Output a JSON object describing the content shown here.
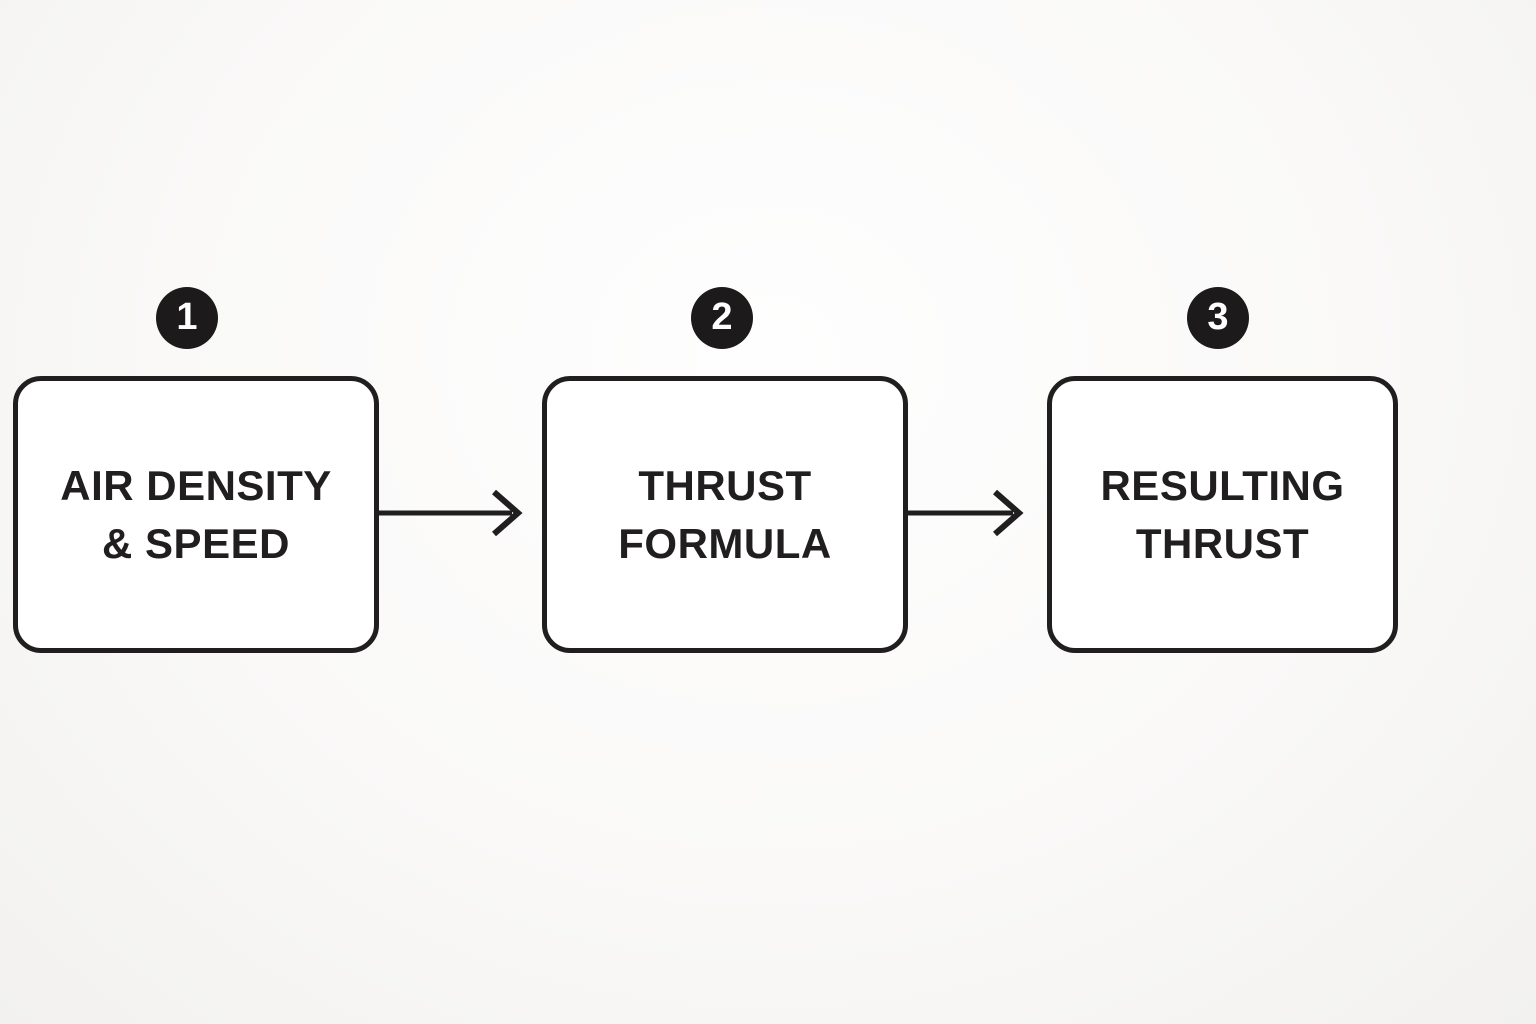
{
  "diagram": {
    "type": "flowchart",
    "direction": "left-to-right",
    "steps": [
      {
        "number": "1",
        "label": "AIR DENSITY & SPEED",
        "lines": [
          "AIR DENSITY",
          "& SPEED"
        ]
      },
      {
        "number": "2",
        "label": "THRUST FORMULA",
        "lines": [
          "THRUST",
          "FORMULA"
        ]
      },
      {
        "number": "3",
        "label": "RESULTING THRUST",
        "lines": [
          "RESULTING",
          "THRUST"
        ]
      }
    ],
    "connectors": [
      {
        "from": "1",
        "to": "2",
        "type": "arrow-right"
      },
      {
        "from": "2",
        "to": "3",
        "type": "arrow-right"
      }
    ],
    "colors": {
      "background": "#faf9f8",
      "box_fill": "#ffffff",
      "ink": "#211e1f",
      "badge_fill": "#1c1a1b",
      "badge_text": "#ffffff"
    }
  }
}
